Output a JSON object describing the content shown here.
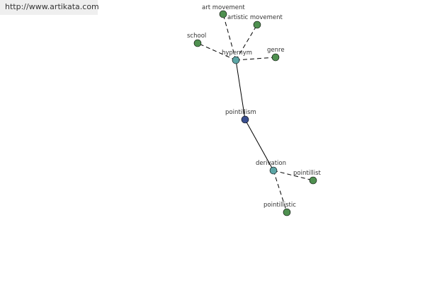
{
  "header": {
    "url": "http://www.artikata.com"
  },
  "colors": {
    "center_node": "#3a4f8f",
    "relation_node": "#5ba5a5",
    "leaf_node": "#4f9050",
    "background": "#ffffff",
    "url_bar": "#efefef"
  },
  "graph": {
    "center": {
      "label": "pointillism",
      "kind": "center"
    },
    "relations": [
      {
        "id": "hypernym",
        "label": "hypernym",
        "kind": "relation",
        "leaves": [
          {
            "id": "art-movement",
            "label": "art movement"
          },
          {
            "id": "artistic-movement",
            "label": "artistic movement"
          },
          {
            "id": "school",
            "label": "school"
          },
          {
            "id": "genre",
            "label": "genre"
          }
        ]
      },
      {
        "id": "derivation",
        "label": "derivation",
        "kind": "relation",
        "leaves": [
          {
            "id": "pointillist",
            "label": "pointillist"
          },
          {
            "id": "pointillistic",
            "label": "pointillistic"
          }
        ]
      }
    ]
  }
}
